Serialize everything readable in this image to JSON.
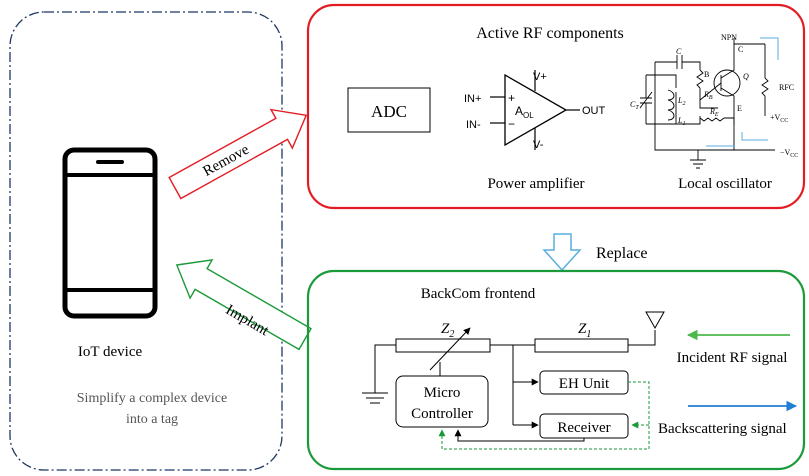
{
  "colors": {
    "active_border": "#e31c23",
    "backcom_border": "#1a9a3a",
    "remove_arrow": "#e31c23",
    "implant_arrow": "#1a9a3a",
    "replace_arrow": "#5aaee0",
    "incident_arrow": "#4cb84c",
    "backscatter_arrow": "#1f7fd1",
    "device_border": "#1f3864"
  },
  "device": {
    "label": "IoT device",
    "caption_line1": "Simplify a complex device",
    "caption_line2": "into a tag"
  },
  "arrows": {
    "remove": "Remove",
    "implant": "Implant",
    "replace": "Replace"
  },
  "active_rf": {
    "title": "Active RF components",
    "adc": "ADC",
    "power_amplifier": "Power amplifier",
    "local_oscillator": "Local oscillator",
    "amp_labels": {
      "in_plus": "IN+",
      "in_minus": "IN-",
      "out": "OUT",
      "v_plus": "V+",
      "v_minus": "V-",
      "aol": "A",
      "aol_sub": "OL",
      "plus": "+",
      "minus": "−"
    },
    "osc_labels": {
      "c": "C",
      "npn": "NPN",
      "collector": "C",
      "base": "B",
      "emitter": "E",
      "q": "Q",
      "rfc": "RFC",
      "vcc_plus": "+V",
      "vcc_minus": "−V",
      "vcc_sub": "CC",
      "rb": "R",
      "rb_sub": "B",
      "re": "R",
      "re_sub": "E",
      "ct": "C",
      "ct_sub": "T",
      "l2": "L",
      "l2_sub": "2",
      "l1": "L",
      "l1_sub": "1"
    }
  },
  "backcom": {
    "title": "BackCom frontend",
    "z2": "Z",
    "z2_sub": "2",
    "z1": "Z",
    "z1_sub": "1",
    "micro_line1": "Micro",
    "micro_line2": "Controller",
    "eh_unit": "EH Unit",
    "receiver": "Receiver",
    "incident": "Incident RF signal",
    "backscatter": "Backscattering signal"
  }
}
